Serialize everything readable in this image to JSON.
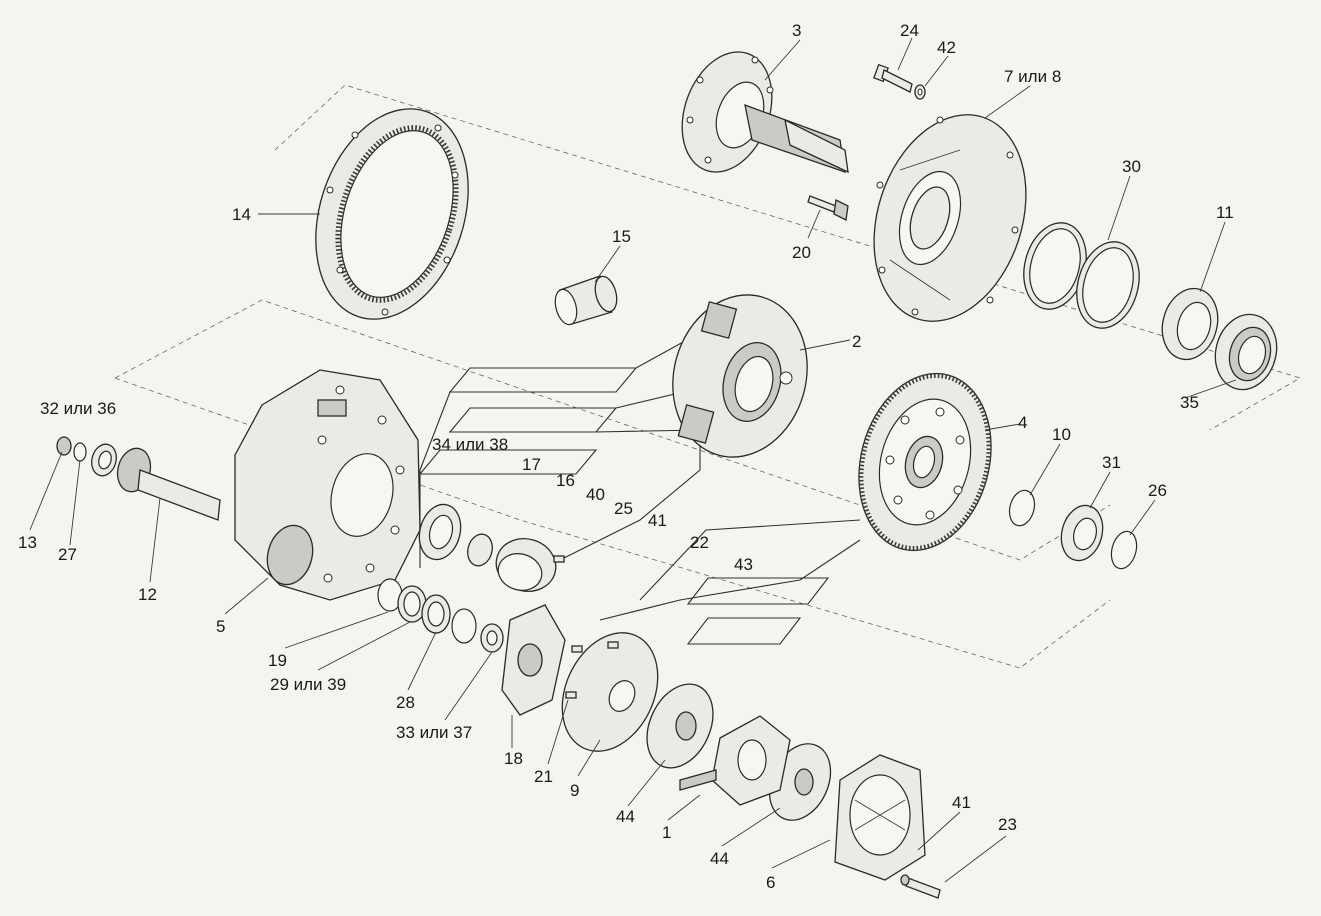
{
  "diagram": {
    "callouts": [
      {
        "id": "c3",
        "text": "3"
      },
      {
        "id": "c24",
        "text": "24"
      },
      {
        "id": "c42",
        "text": "42"
      },
      {
        "id": "c7or8",
        "text": "7 или 8"
      },
      {
        "id": "c30",
        "text": "30"
      },
      {
        "id": "c11",
        "text": "11"
      },
      {
        "id": "c14",
        "text": "14"
      },
      {
        "id": "c15",
        "text": "15"
      },
      {
        "id": "c20",
        "text": "20"
      },
      {
        "id": "c2",
        "text": "2"
      },
      {
        "id": "c35",
        "text": "35"
      },
      {
        "id": "c4",
        "text": "4"
      },
      {
        "id": "c10",
        "text": "10"
      },
      {
        "id": "c31",
        "text": "31"
      },
      {
        "id": "c26",
        "text": "26"
      },
      {
        "id": "c32or36",
        "text": "32 или 36"
      },
      {
        "id": "c34or38",
        "text": "34 или 38"
      },
      {
        "id": "c17",
        "text": "17"
      },
      {
        "id": "c16",
        "text": "16"
      },
      {
        "id": "c40",
        "text": "40"
      },
      {
        "id": "c25",
        "text": "25"
      },
      {
        "id": "c41a",
        "text": "41"
      },
      {
        "id": "c22",
        "text": "22"
      },
      {
        "id": "c43",
        "text": "43"
      },
      {
        "id": "c13",
        "text": "13"
      },
      {
        "id": "c27",
        "text": "27"
      },
      {
        "id": "c12",
        "text": "12"
      },
      {
        "id": "c5",
        "text": "5"
      },
      {
        "id": "c19",
        "text": "19"
      },
      {
        "id": "c29or39",
        "text": "29 или 39"
      },
      {
        "id": "c28",
        "text": "28"
      },
      {
        "id": "c33or37",
        "text": "33 или 37"
      },
      {
        "id": "c18",
        "text": "18"
      },
      {
        "id": "c21",
        "text": "21"
      },
      {
        "id": "c9",
        "text": "9"
      },
      {
        "id": "c44a",
        "text": "44"
      },
      {
        "id": "c1",
        "text": "1"
      },
      {
        "id": "c44b",
        "text": "44"
      },
      {
        "id": "c6",
        "text": "6"
      },
      {
        "id": "c41b",
        "text": "41"
      },
      {
        "id": "c23",
        "text": "23"
      }
    ]
  }
}
